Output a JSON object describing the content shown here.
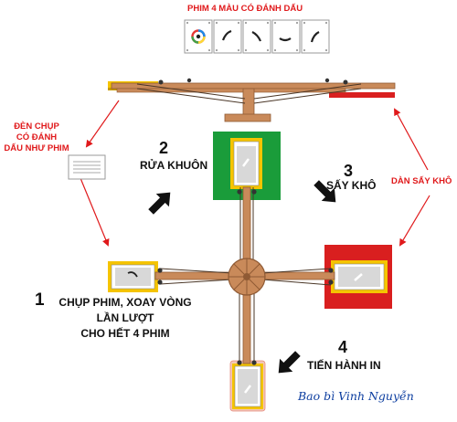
{
  "header": {
    "films_title": "PHIM 4 MÀU CÓ ĐÁNH DẤU"
  },
  "notes": {
    "lamp_left": [
      "ĐÈN CHỤP",
      "CÓ ĐÁNH",
      "DẤU NHƯ PHIM"
    ],
    "dryer_right": "DÀN SẤY KHÔ"
  },
  "steps": [
    {
      "number": "1",
      "lines": [
        "CHỤP PHIM, XOAY VÒNG",
        "LẦN LƯỢT",
        "CHO HẾT 4 PHIM"
      ]
    },
    {
      "number": "2",
      "text": "RỬA KHUÔN"
    },
    {
      "number": "3",
      "text": "SẤY KHÔ"
    },
    {
      "number": "4",
      "text": "TIẾN HÀNH IN"
    }
  ],
  "signature": "Bao bì Vinh Nguyễn",
  "colors": {
    "arm_wood": "#c98a5a",
    "arm_dark": "#8f5a34",
    "note_red": "#e0191b",
    "wash_green": "#1a9c3a",
    "dry_red": "#d91f1f",
    "frame_yellow": "#f5c400",
    "print_pink": "#f3c6b8",
    "signature_blue": "#0d3ea0"
  }
}
